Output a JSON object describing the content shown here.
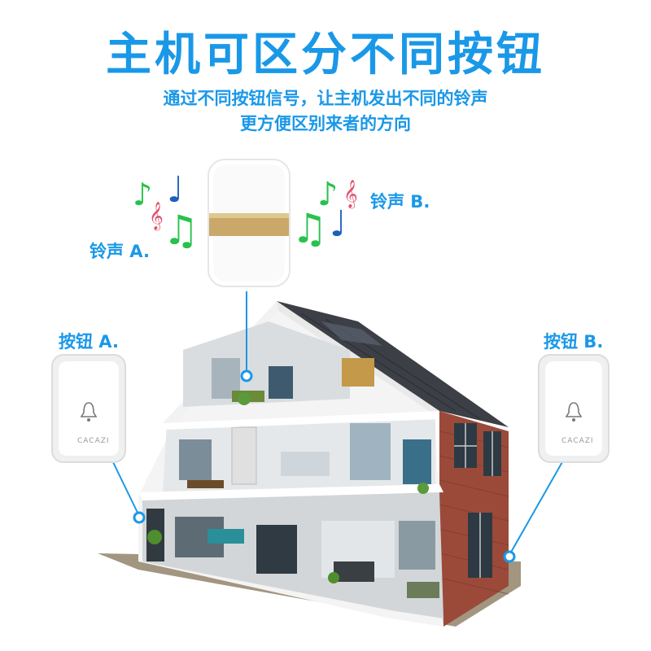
{
  "title": "主机可区分不同按钮",
  "subtitle": {
    "line1": "通过不同按钮信号，让主机发出不同的铃声",
    "line2": "更方便区别来者的方向"
  },
  "ring_a_label": "铃声 A.",
  "ring_b_label": "铃声 B.",
  "button_a_label": "按钮 A.",
  "button_b_label": "按钮 B.",
  "brand_text": "CACAZI",
  "colors": {
    "accent": "#1a98e8",
    "note_green": "#27c24c",
    "note_blue": "#1e5fbd",
    "note_pink": "#e0526e",
    "gold_band": "#c9a86a",
    "brick": "#9b4a3a"
  }
}
